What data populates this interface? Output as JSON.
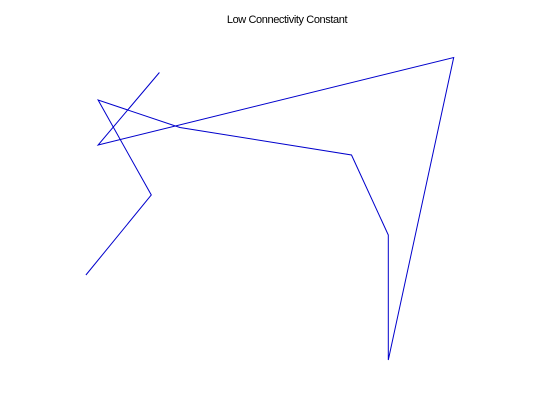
{
  "chart_data": {
    "type": "line",
    "title": "Low Connectivity Constant",
    "xlabel": "",
    "ylabel": "",
    "axes_visible": false,
    "grid": false,
    "legend": "none",
    "series": [
      {
        "color": "#0000cc",
        "points": [
          [
            1,
            5
          ],
          [
            2.6,
            8.2
          ],
          [
            1.3,
            12
          ],
          [
            3.3,
            10.9
          ],
          [
            7.5,
            9.8
          ],
          [
            8.4,
            6.6
          ],
          [
            8.4,
            1.6
          ],
          [
            10,
            13.7
          ],
          [
            1.3,
            10.2
          ],
          [
            2.8,
            13.1
          ]
        ]
      }
    ],
    "xlim": [
      0,
      11.5
    ],
    "ylim": [
      0,
      16
    ]
  }
}
